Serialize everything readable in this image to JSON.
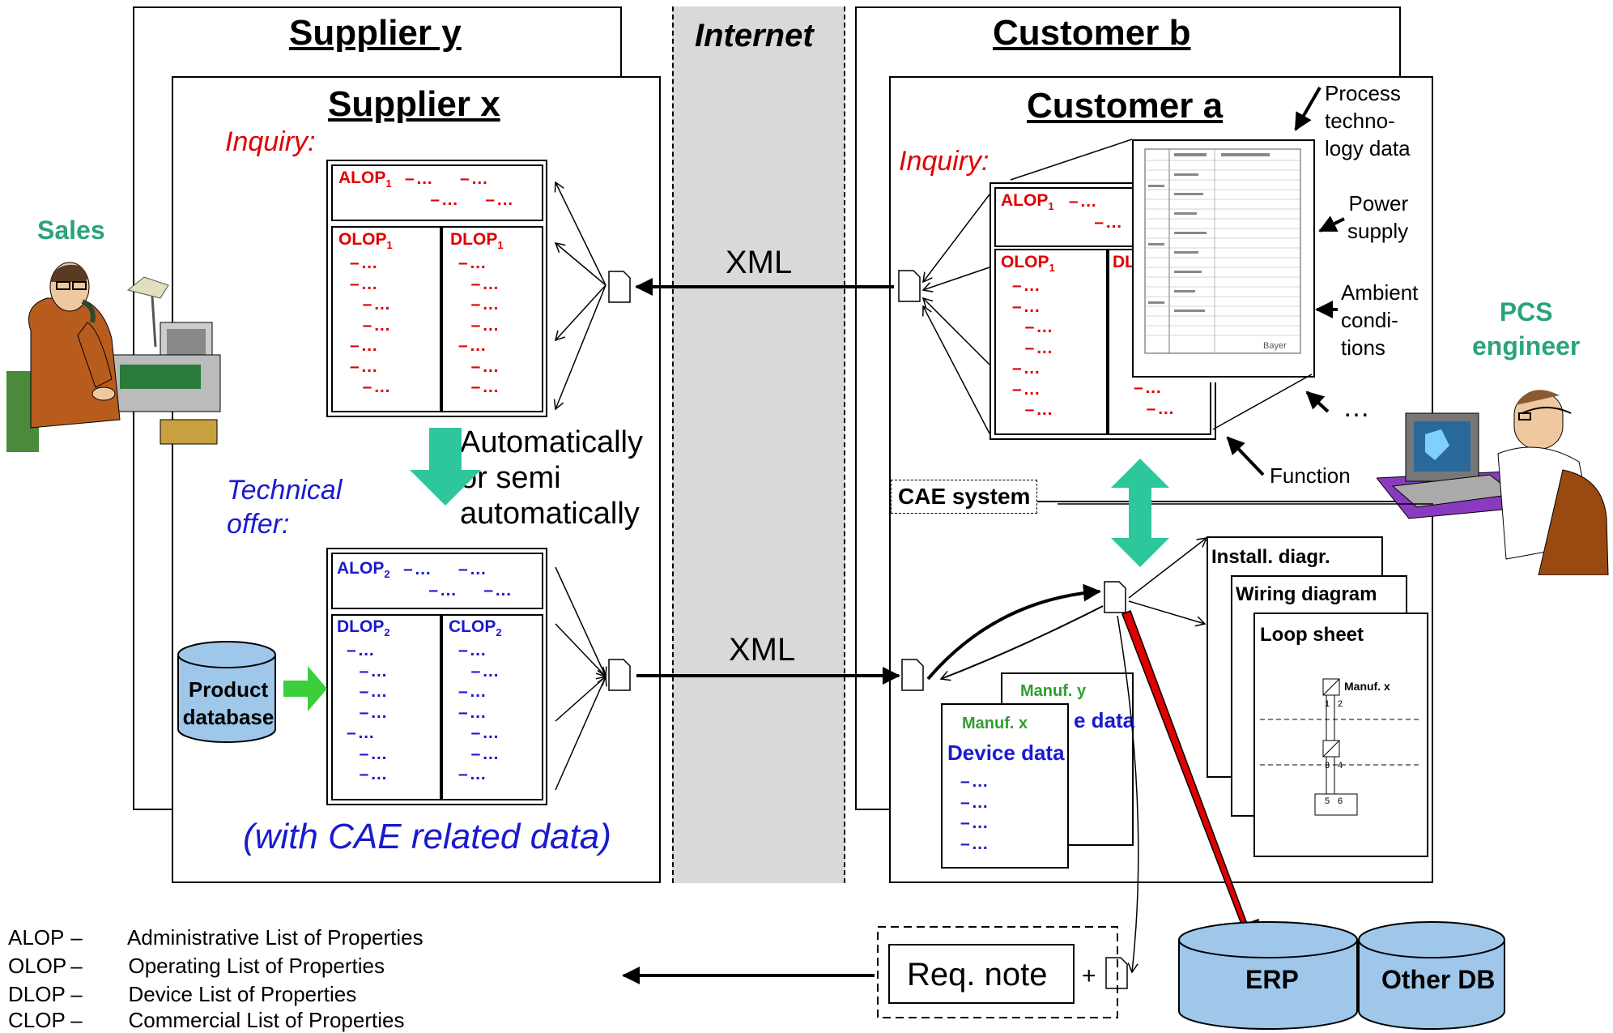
{
  "supplier_y": {
    "title": "Supplier y"
  },
  "supplier_x": {
    "title": "Supplier x",
    "inquiry_label": "Inquiry:",
    "technical_offer_label_1": "Technical",
    "technical_offer_label_2": "offer:",
    "auto_text_1": "Automatically",
    "auto_text_2": "or semi",
    "auto_text_3": "automatically",
    "cae_note": "(with CAE related data)",
    "product_database_1": "Product",
    "product_database_2": "database"
  },
  "internet": {
    "label": "Internet"
  },
  "customer_b": {
    "title": "Customer b"
  },
  "customer_a": {
    "title": "Customer a",
    "inquiry_label": "Inquiry:",
    "process_data": [
      "Process",
      "techno-",
      "logy data"
    ],
    "power_supply": [
      "Power",
      "supply"
    ],
    "ambient": [
      "Ambient",
      "condi-",
      "tions"
    ],
    "ellipsis": "…",
    "function_label": "Function",
    "cae_system": "CAE system",
    "install_diagr": "Install. diagr.",
    "wiring_diagram": "Wiring diagram",
    "loop_sheet": "Loop sheet",
    "manuf_x_loop": "Manuf. x",
    "manuf_y": "Manuf. y",
    "manuf_x": "Manuf. x",
    "device_data": "Device data",
    "device_data_partial": "e data",
    "bayer": "Bayer"
  },
  "sales": {
    "label": "Sales"
  },
  "pcs_engineer": {
    "label_1": "PCS",
    "label_2": "engineer"
  },
  "xml_top": "XML",
  "xml_bottom": "XML",
  "inquiry_doc": {
    "alop": "ALOP",
    "olop": "OLOP",
    "dlop": "DLOP",
    "sub": "1",
    "dash": "–…"
  },
  "offer_doc": {
    "alop": "ALOP",
    "dlop": "DLOP",
    "clop": "CLOP",
    "sub": "2",
    "dash": "–…"
  },
  "customer_doc": {
    "alop": "ALOP",
    "olop": "OLOP",
    "dl": "DL",
    "sub": "1"
  },
  "req_note": "Req. note",
  "plus": "+",
  "erp": "ERP",
  "other_db": "Other DB",
  "legend": [
    {
      "abbr": "ALOP",
      "dash": "–",
      "text": "Administrative List of Properties"
    },
    {
      "abbr": "OLOP",
      "dash": "–",
      "text": "Operating List of Properties"
    },
    {
      "abbr": "DLOP",
      "dash": "–",
      "text": "Device List of Properties"
    },
    {
      "abbr": "CLOP",
      "dash": "–",
      "text": "Commercial List of Properties"
    }
  ],
  "colors": {
    "red": "#e00000",
    "blue": "#1a1ad0",
    "teal": "#2ec79c",
    "green": "#3bcf3b",
    "db": "#9ec7ea"
  }
}
